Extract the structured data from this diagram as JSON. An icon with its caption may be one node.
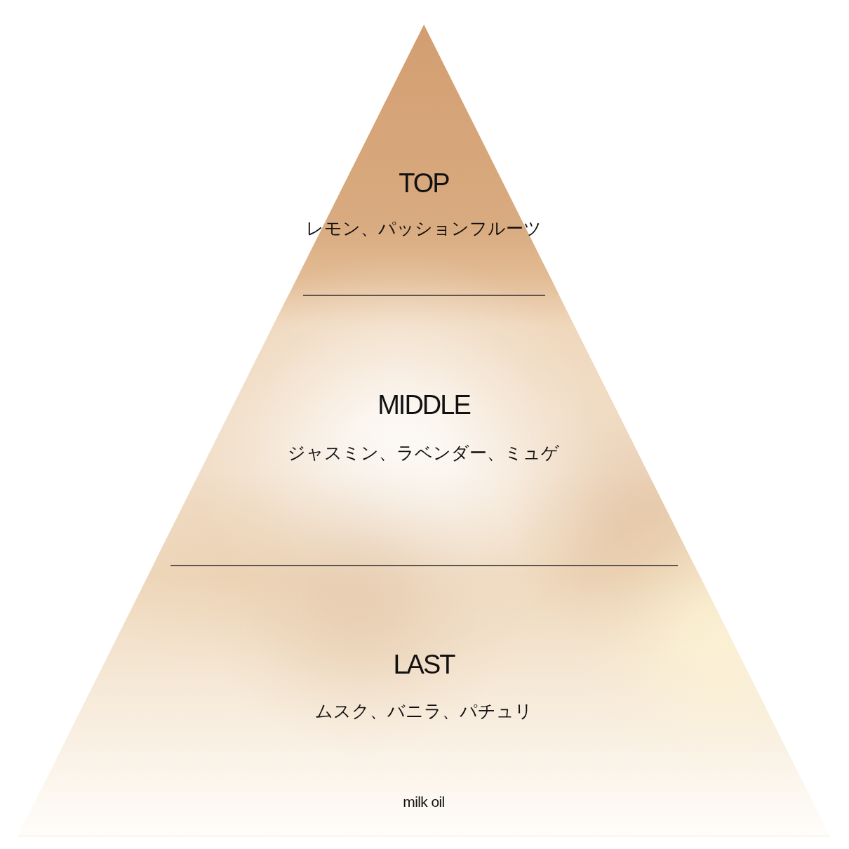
{
  "diagram": {
    "nodes": [
      {
        "text": [
          "TOP",
          "レモン、パッションフルーツ"
        ]
      },
      {
        "text": [
          "MIDDLE",
          "ジャスミン、ラベンダー、ミュゲ"
        ]
      },
      {
        "text": [
          "LAST",
          "ムスク、バニラ、パチュリ"
        ]
      }
    ],
    "labels": [
      "milk oil"
    ]
  }
}
